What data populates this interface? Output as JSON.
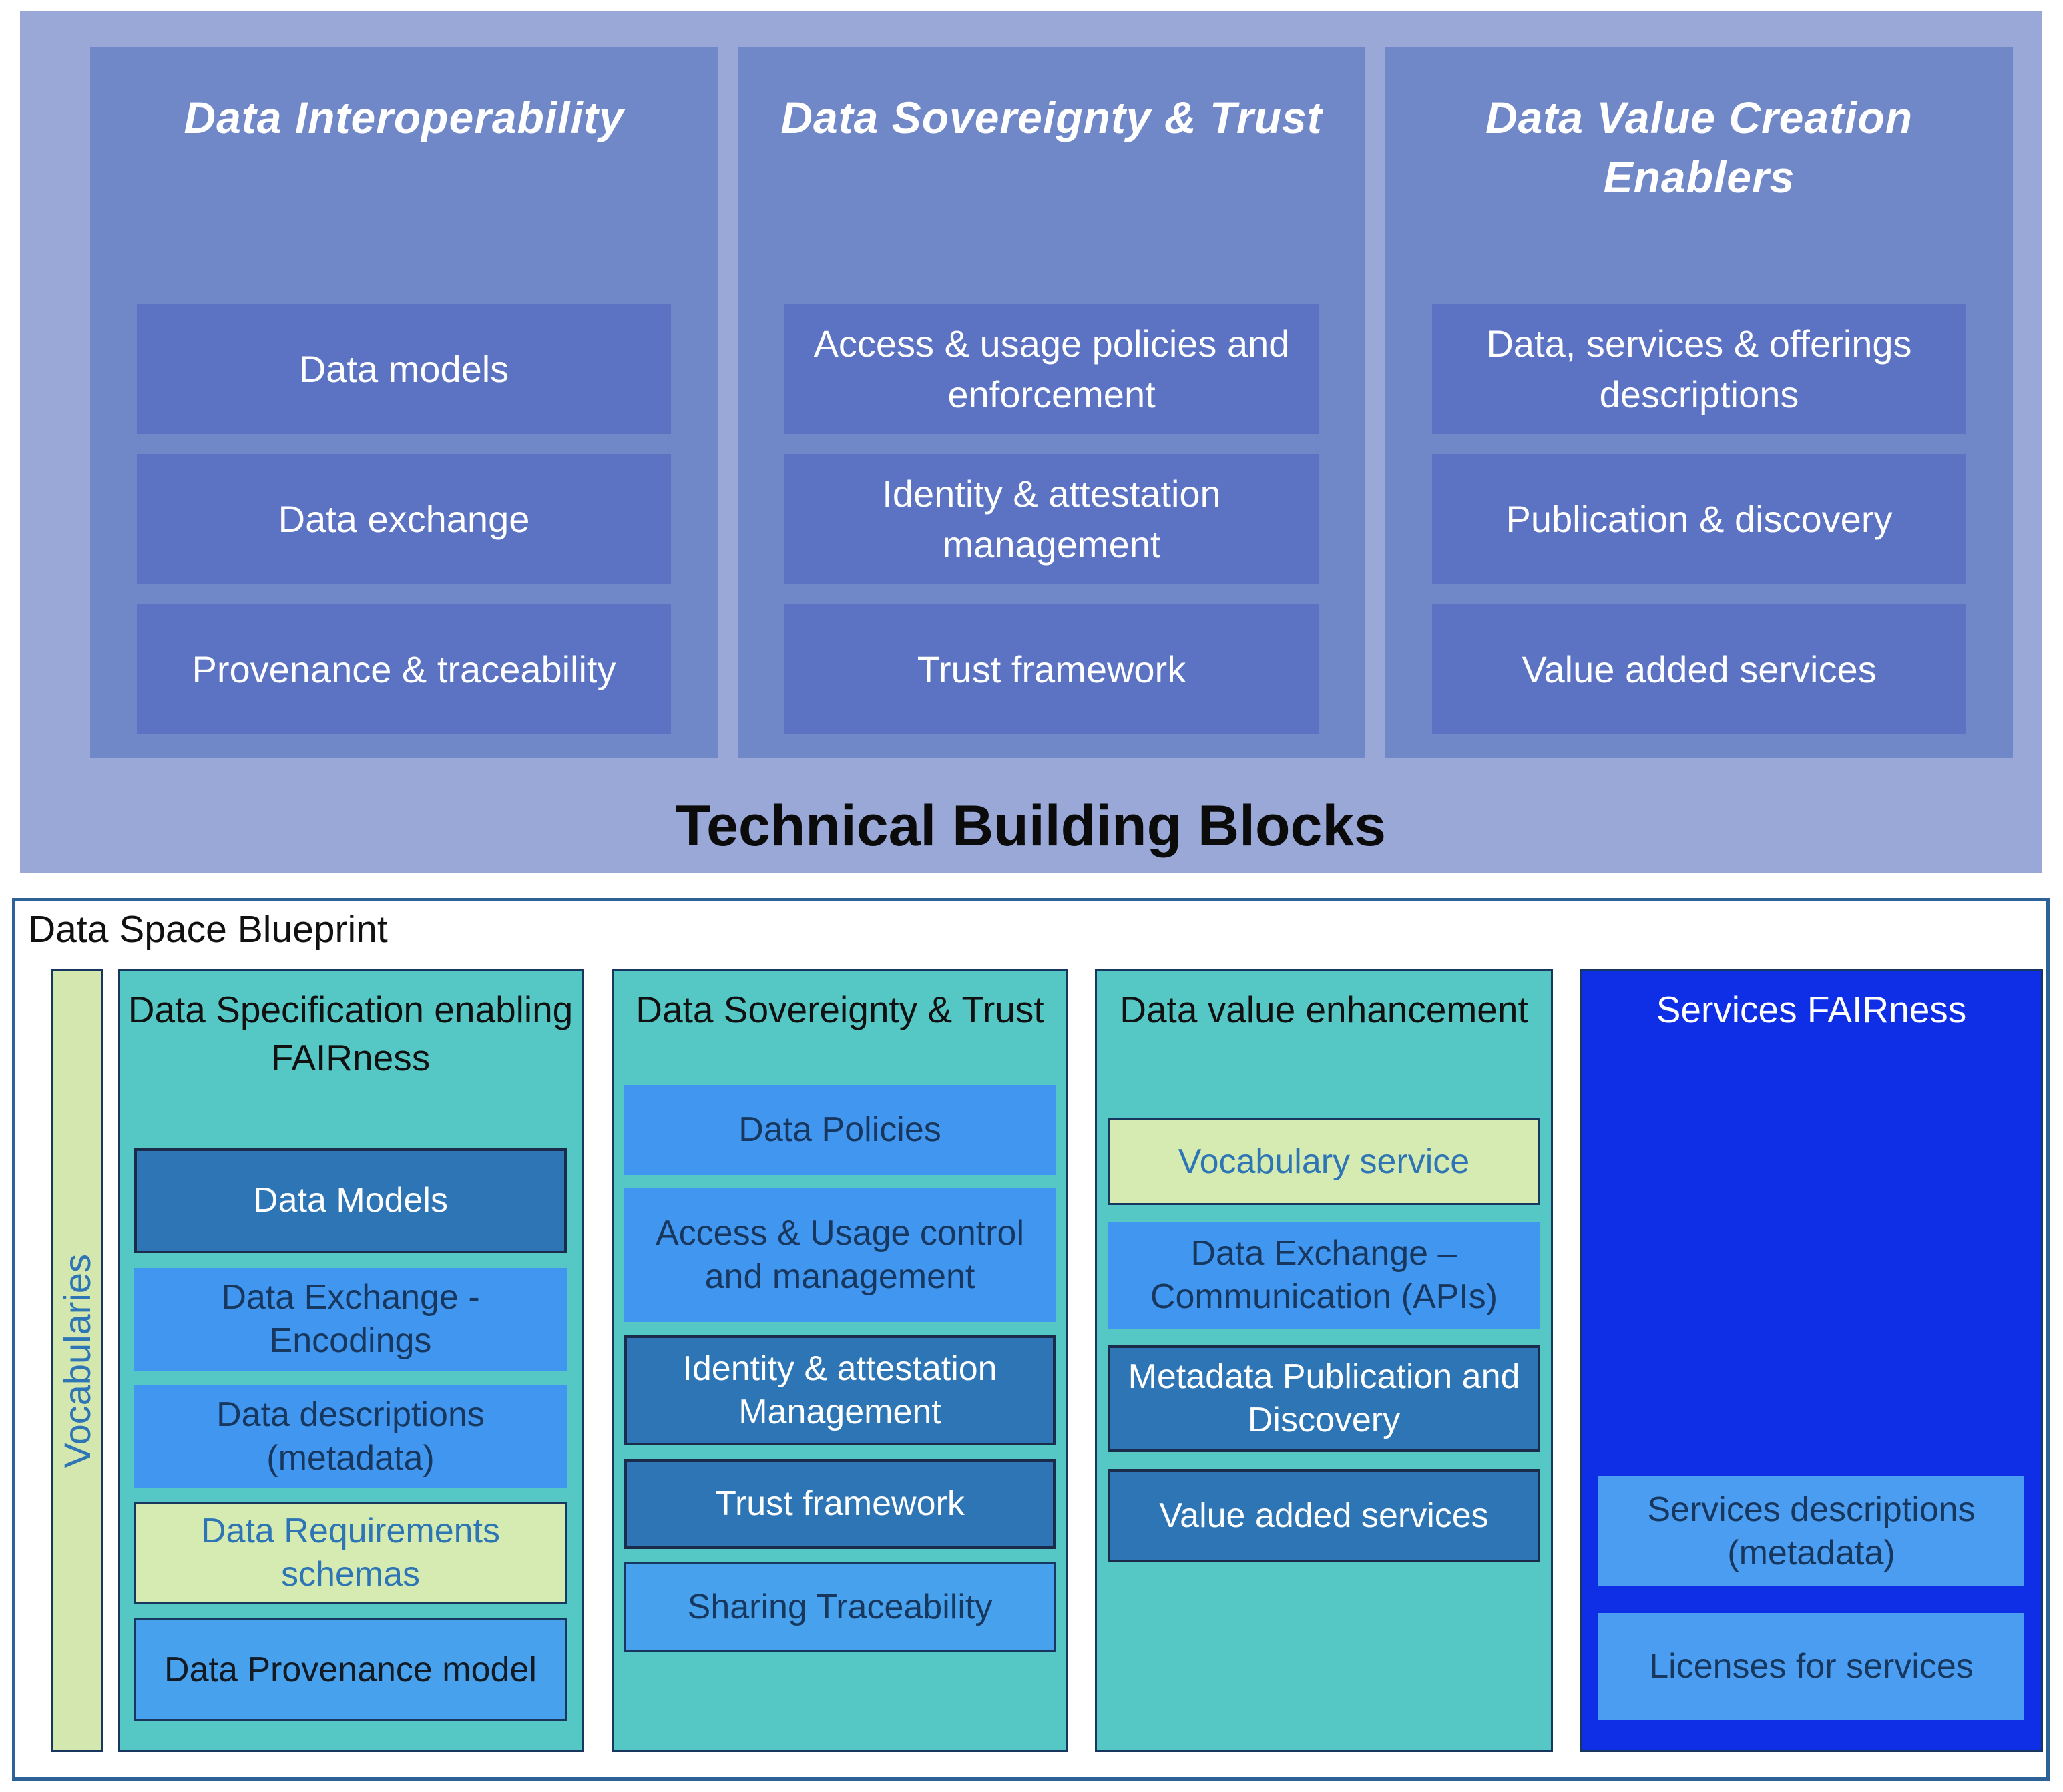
{
  "top_panel": {
    "title": "Technical Building Blocks",
    "columns": [
      {
        "id": "data-interoperability",
        "title": "Data Interoperability",
        "boxes": [
          "Data models",
          "Data exchange",
          "Provenance & traceability"
        ]
      },
      {
        "id": "data-sovereignty-trust",
        "title": "Data Sovereignty & Trust",
        "boxes": [
          "Access & usage policies and enforcement",
          "Identity & attestation management",
          "Trust framework"
        ]
      },
      {
        "id": "data-value-creation-enablers",
        "title": "Data Value Creation Enablers",
        "boxes": [
          "Data, services & offerings descriptions",
          "Publication & discovery",
          "Value added services"
        ]
      }
    ]
  },
  "bottom_panel": {
    "title": "Data Space Blueprint",
    "vocabularies_label": "Vocabularies",
    "columns": [
      {
        "id": "data-specification",
        "title": "Data Specification enabling FAIRness",
        "theme": "teal",
        "boxes": [
          {
            "label": "Data Models",
            "variant": "dark-blue"
          },
          {
            "label": "Data Exchange - Encodings",
            "variant": "bright-blue"
          },
          {
            "label": "Data descriptions (metadata)",
            "variant": "bright-blue"
          },
          {
            "label": "Data Requirements schemas",
            "variant": "green"
          },
          {
            "label": "Data Provenance model",
            "variant": "mid-blue-dark"
          }
        ]
      },
      {
        "id": "data-sovereignty",
        "title": "Data Sovereignty & Trust",
        "theme": "teal",
        "boxes": [
          {
            "label": "Data Policies",
            "variant": "bright-blue"
          },
          {
            "label": "Access & Usage control and management",
            "variant": "bright-blue"
          },
          {
            "label": "Identity & attestation Management",
            "variant": "dark-blue"
          },
          {
            "label": "Trust framework",
            "variant": "dark-blue"
          },
          {
            "label": "Sharing Traceability",
            "variant": "mid-blue-border"
          }
        ]
      },
      {
        "id": "data-value-enhancement",
        "title": "Data value enhancement",
        "theme": "teal",
        "boxes": [
          {
            "label": "Vocabulary service",
            "variant": "green"
          },
          {
            "label": "Data Exchange – Communication (APIs)",
            "variant": "bright-blue"
          },
          {
            "label": "Metadata Publication and Discovery",
            "variant": "dark-blue"
          },
          {
            "label": "Value added services",
            "variant": "dark-blue"
          }
        ]
      },
      {
        "id": "services-fairness",
        "title": "Services FAIRness",
        "theme": "blue",
        "boxes": [
          {
            "label": "Services descriptions (metadata)",
            "variant": "services"
          },
          {
            "label": "Licenses for services",
            "variant": "services"
          }
        ]
      }
    ]
  },
  "colors": {
    "top_panel_bg": "#99A8D6",
    "top_column_bg": "#7087C8",
    "top_box_bg": "#5B73C2",
    "frame_border": "#2D6296",
    "teal_column": "#55C8C6",
    "navy": "#17375E",
    "dark_blue_box": "#2E75B6",
    "bright_blue_box": "#4196F0",
    "mid_blue_box": "#47A1EC",
    "green_box": "#D6EBB2",
    "vocab_bar_bg": "#D3E7AE",
    "blue_text": "#2E75B6",
    "services_fairness_bg": "#0F2FE6",
    "services_box": "#4A9DF0"
  }
}
